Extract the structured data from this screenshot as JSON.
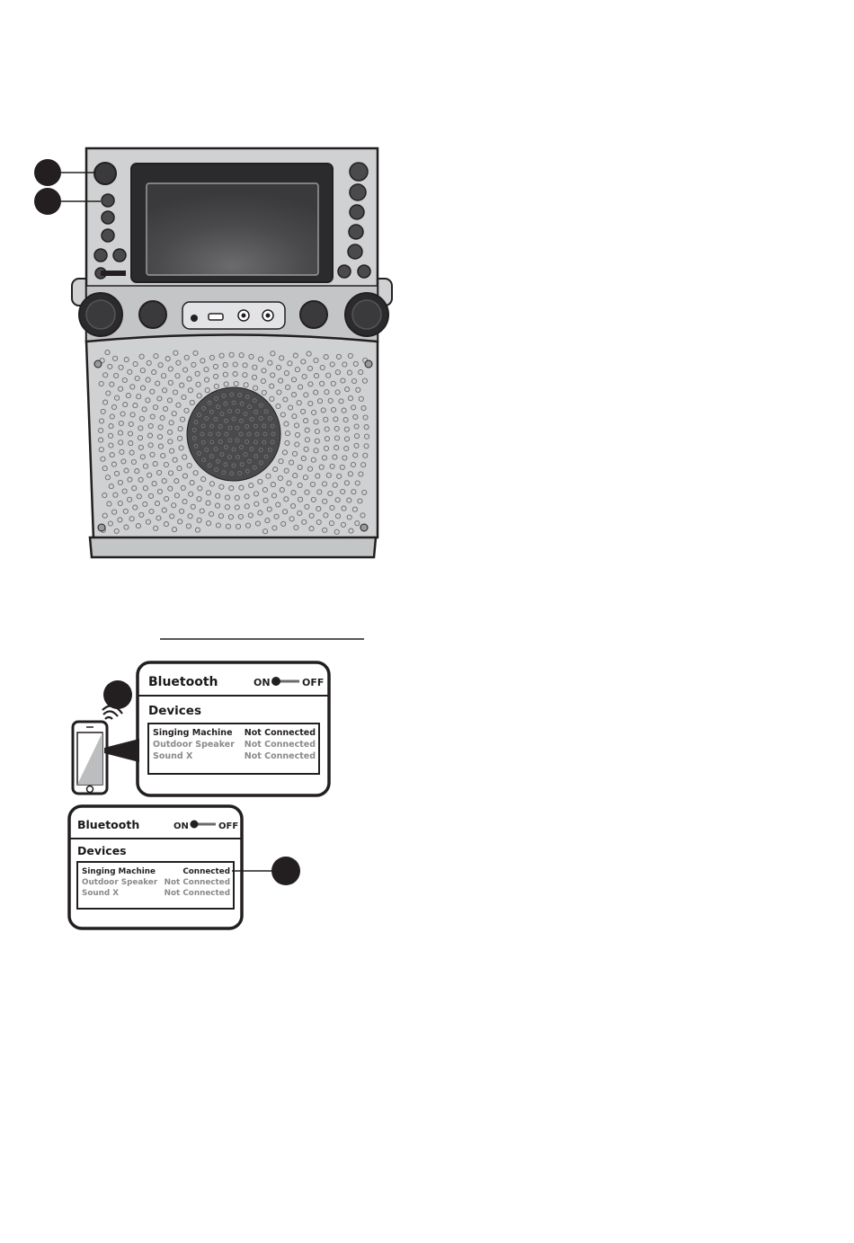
{
  "colors": {
    "ink": "#231f20",
    "body_gray": "#d0d1d3",
    "mid_gray": "#bcbdbf",
    "dark_gray": "#3a3a3c",
    "muted_text": "#8a8a8a",
    "white": "#ffffff"
  },
  "panel_top": {
    "title": "Bluetooth",
    "toggle_on": "ON",
    "toggle_off": "OFF",
    "devices_heading": "Devices",
    "devices": [
      {
        "name": "Singing Machine",
        "status": "Not Connected",
        "highlighted": true
      },
      {
        "name": "Outdoor Speaker",
        "status": "Not Connected",
        "highlighted": false
      },
      {
        "name": "Sound X",
        "status": "Not Connected",
        "highlighted": false
      }
    ]
  },
  "panel_bottom": {
    "title": "Bluetooth",
    "toggle_on": "ON",
    "toggle_off": "OFF",
    "devices_heading": "Devices",
    "devices": [
      {
        "name": "Singing Machine",
        "status": "Connected",
        "highlighted": true
      },
      {
        "name": "Outdoor Speaker",
        "status": "Not Connected",
        "highlighted": false
      },
      {
        "name": "Sound X",
        "status": "Not Connected",
        "highlighted": false
      }
    ]
  },
  "icons": {
    "callout_markers": "filled-circle",
    "phone": "smartphone-icon",
    "wireless": "wireless-signal-icon"
  }
}
